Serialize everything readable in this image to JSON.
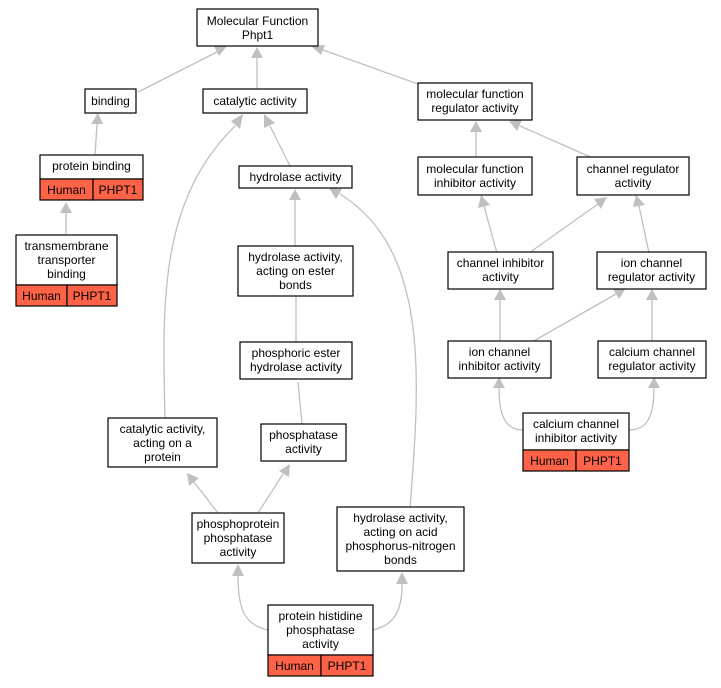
{
  "colors": {
    "edge": "#c0c0c0",
    "annotation": "#ff6347",
    "border": "#000000"
  },
  "nodes": {
    "mf_root": {
      "lines": [
        "Molecular Function",
        "Phpt1"
      ]
    },
    "binding": {
      "lines": [
        "binding"
      ]
    },
    "catalytic": {
      "lines": [
        "catalytic activity"
      ]
    },
    "mf_regulator": {
      "lines": [
        "molecular function",
        "regulator activity"
      ]
    },
    "protein_binding": {
      "lines": [
        "protein binding"
      ],
      "species": "Human",
      "gene": "PHPT1"
    },
    "hydrolase": {
      "lines": [
        "hydrolase activity"
      ]
    },
    "mf_inhibitor": {
      "lines": [
        "molecular function",
        "inhibitor activity"
      ]
    },
    "channel_regulator": {
      "lines": [
        "channel regulator",
        "activity"
      ]
    },
    "transmembrane": {
      "lines": [
        "transmembrane",
        "transporter",
        "binding"
      ],
      "species": "Human",
      "gene": "PHPT1"
    },
    "hydrolase_ester": {
      "lines": [
        "hydrolase activity,",
        "acting on ester",
        "bonds"
      ]
    },
    "channel_inhibitor": {
      "lines": [
        "channel inhibitor",
        "activity"
      ]
    },
    "ion_channel_regulator": {
      "lines": [
        "ion channel",
        "regulator activity"
      ]
    },
    "phosphoric_ester": {
      "lines": [
        "phosphoric ester",
        "hydrolase activity"
      ]
    },
    "ion_channel_inhibitor": {
      "lines": [
        "ion channel",
        "inhibitor activity"
      ]
    },
    "calcium_channel_regulator": {
      "lines": [
        "calcium channel",
        "regulator activity"
      ]
    },
    "catalytic_protein": {
      "lines": [
        "catalytic activity,",
        "acting on a",
        "protein"
      ]
    },
    "phosphatase": {
      "lines": [
        "phosphatase",
        "activity"
      ]
    },
    "calcium_channel_inhibitor": {
      "lines": [
        "calcium channel",
        "inhibitor activity"
      ],
      "species": "Human",
      "gene": "PHPT1"
    },
    "phosphoprotein_phosphatase": {
      "lines": [
        "phosphoprotein",
        "phosphatase",
        "activity"
      ]
    },
    "hydrolase_acid": {
      "lines": [
        "hydrolase activity,",
        "acting on acid",
        "phosphorus-nitrogen",
        "bonds"
      ]
    },
    "protein_histidine": {
      "lines": [
        "protein histidine",
        "phosphatase",
        "activity"
      ],
      "species": "Human",
      "gene": "PHPT1"
    }
  }
}
